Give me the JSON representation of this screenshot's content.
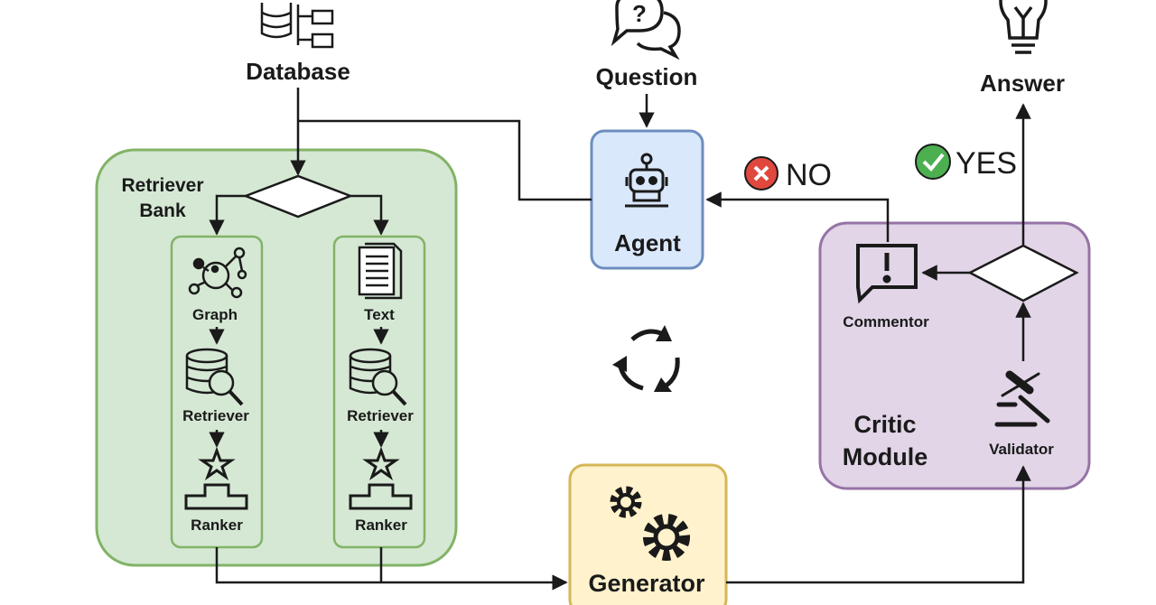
{
  "labels": {
    "database": "Database",
    "question": "Question",
    "answer": "Answer",
    "agent": "Agent",
    "retriever_bank_line1": "Retriever",
    "retriever_bank_line2": "Bank",
    "graph": "Graph",
    "text": "Text",
    "retriever_left": "Retriever",
    "retriever_right": "Retriever",
    "ranker_left": "Ranker",
    "ranker_right": "Ranker",
    "generator": "Generator",
    "commentor": "Commentor",
    "validator": "Validator",
    "critic_line1": "Critic",
    "critic_line2": "Module",
    "no": "NO",
    "yes": "YES"
  },
  "colors": {
    "retriever_bank_fill": "#d5e8d4",
    "retriever_bank_stroke": "#82b366",
    "agent_fill": "#dae8fc",
    "agent_stroke": "#6c8ebf",
    "generator_fill": "#fff2cc",
    "generator_stroke": "#d6b656",
    "critic_fill": "#e1d5e7",
    "critic_stroke": "#9673a6",
    "no_badge": "#e0483e",
    "yes_badge": "#4caf50"
  },
  "icons": {
    "database": "database-folders-icon",
    "question": "question-chat-icon",
    "answer": "lightbulb-icon",
    "agent": "robot-icon",
    "graph": "graph-network-icon",
    "text": "document-icon",
    "retriever": "database-search-icon",
    "ranker": "podium-star-icon",
    "cycle": "cycle-arrows-icon",
    "generator": "gears-icon",
    "commentor": "alert-comment-icon",
    "validator": "gavel-icon",
    "no": "x-circle-icon",
    "yes": "check-circle-icon"
  }
}
